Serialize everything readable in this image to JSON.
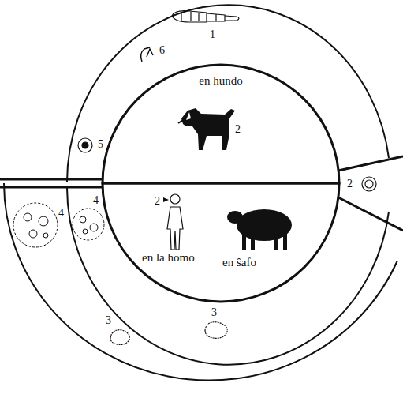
{
  "diagram": {
    "nodes": [
      {
        "text": [
          "en hundo"
        ]
      },
      {
        "text": [
          "en la homo",
          "en ŝafo"
        ]
      }
    ],
    "labels": [
      "1",
      "6",
      "2",
      "5",
      "2",
      "2",
      "4",
      "4",
      "3",
      "3"
    ]
  }
}
